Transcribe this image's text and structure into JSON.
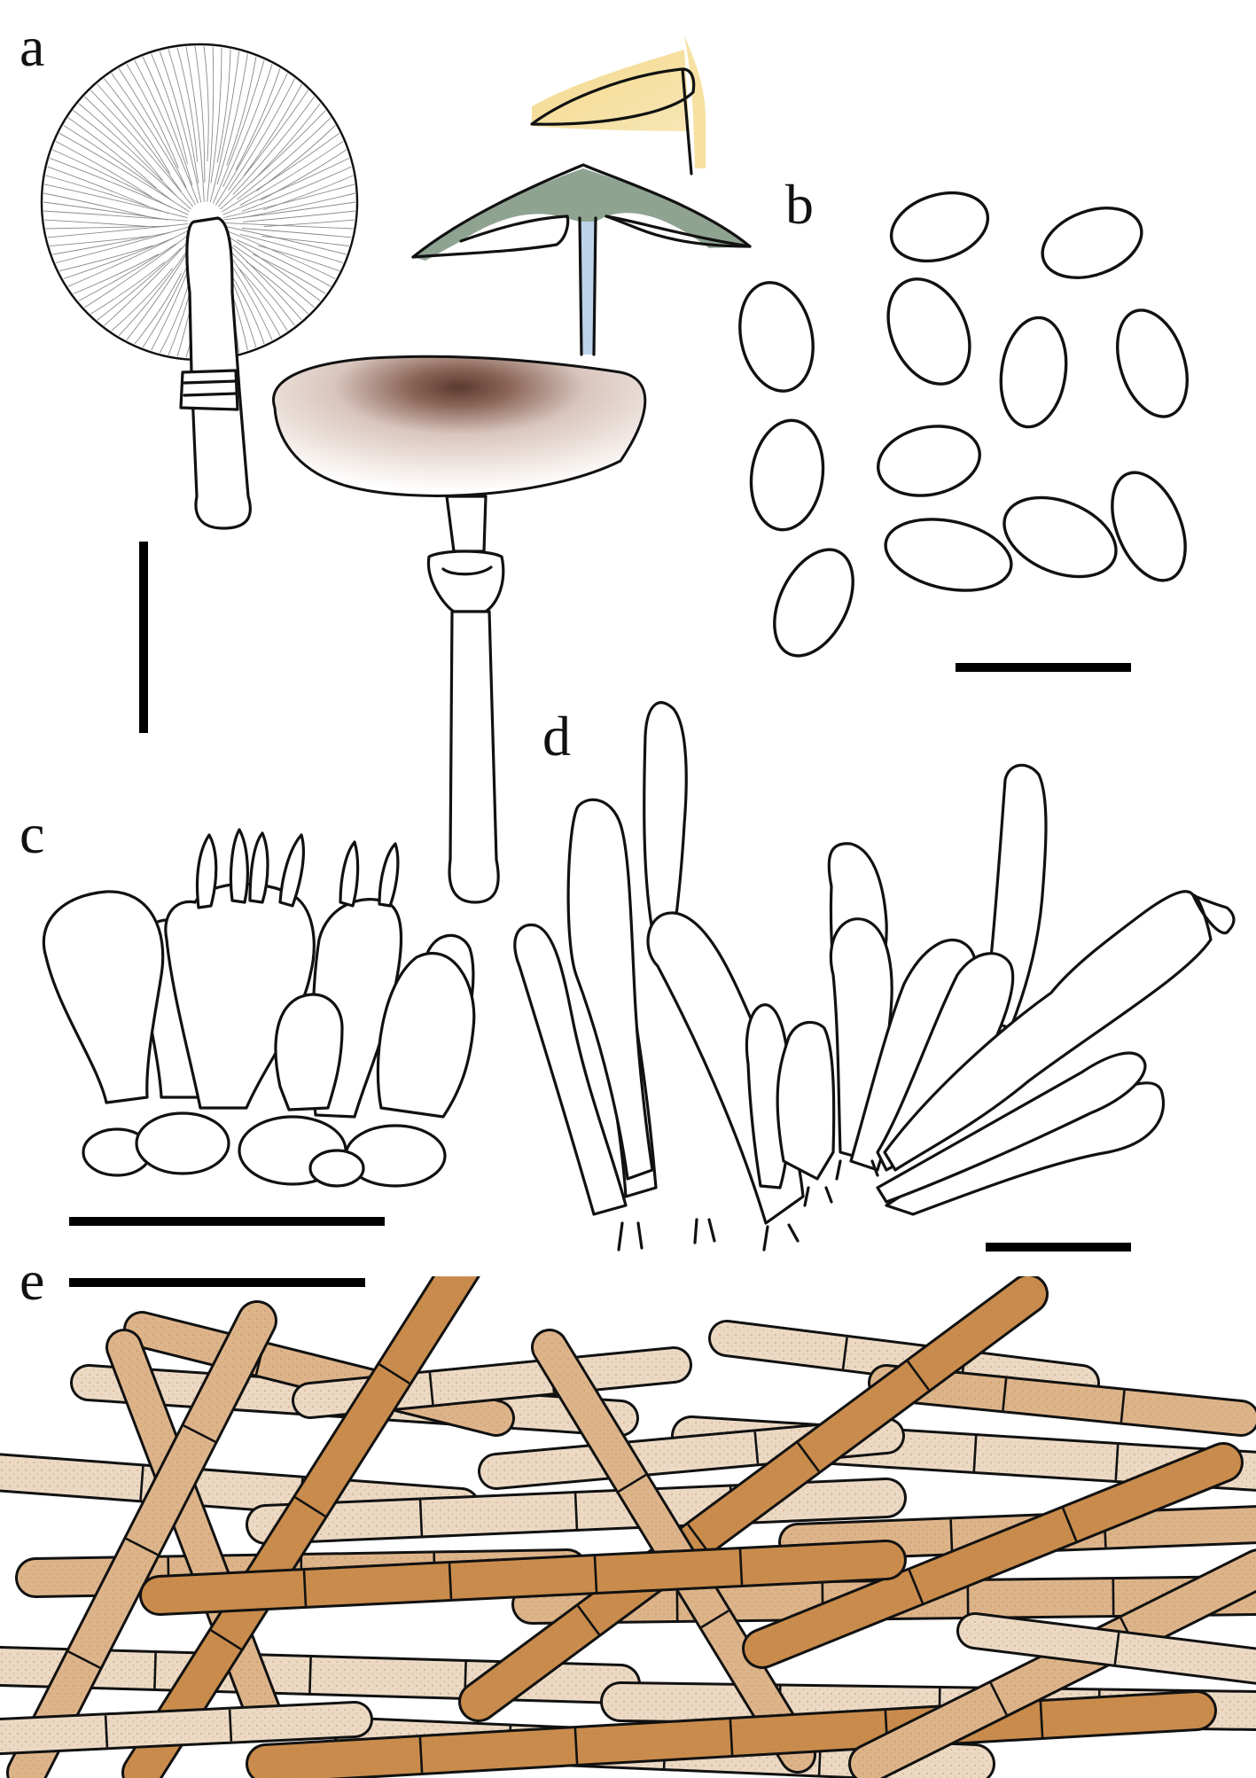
{
  "figure": {
    "panels": [
      {
        "id": "a",
        "label": "a"
      },
      {
        "id": "b",
        "label": "b"
      },
      {
        "id": "c",
        "label": "c"
      },
      {
        "id": "d",
        "label": "d"
      },
      {
        "id": "e",
        "label": "e"
      }
    ]
  },
  "colors": {
    "ink": "#111111",
    "section_yellow": "#f0cf7a",
    "section_green": "#8fa391",
    "stipe_blue": "#bcd3ea",
    "cap_brown": "#6e4a3c",
    "cap_blush": "#e9dcd6",
    "hypha_brown": "#c98c4c",
    "hypha_light": "#ecd9c4"
  },
  "icons": {
    "fruitbody_underside": "mushroom-underside-drawing",
    "fruitbody_cap": "mushroom-cap-drawing",
    "section_sketch": "longitudinal-section-sketch",
    "spore": "basidiospore-outline",
    "basidium": "basidium-outline",
    "cystidium": "cheilocystidium-outline",
    "hypha": "pileipellis-hypha"
  }
}
